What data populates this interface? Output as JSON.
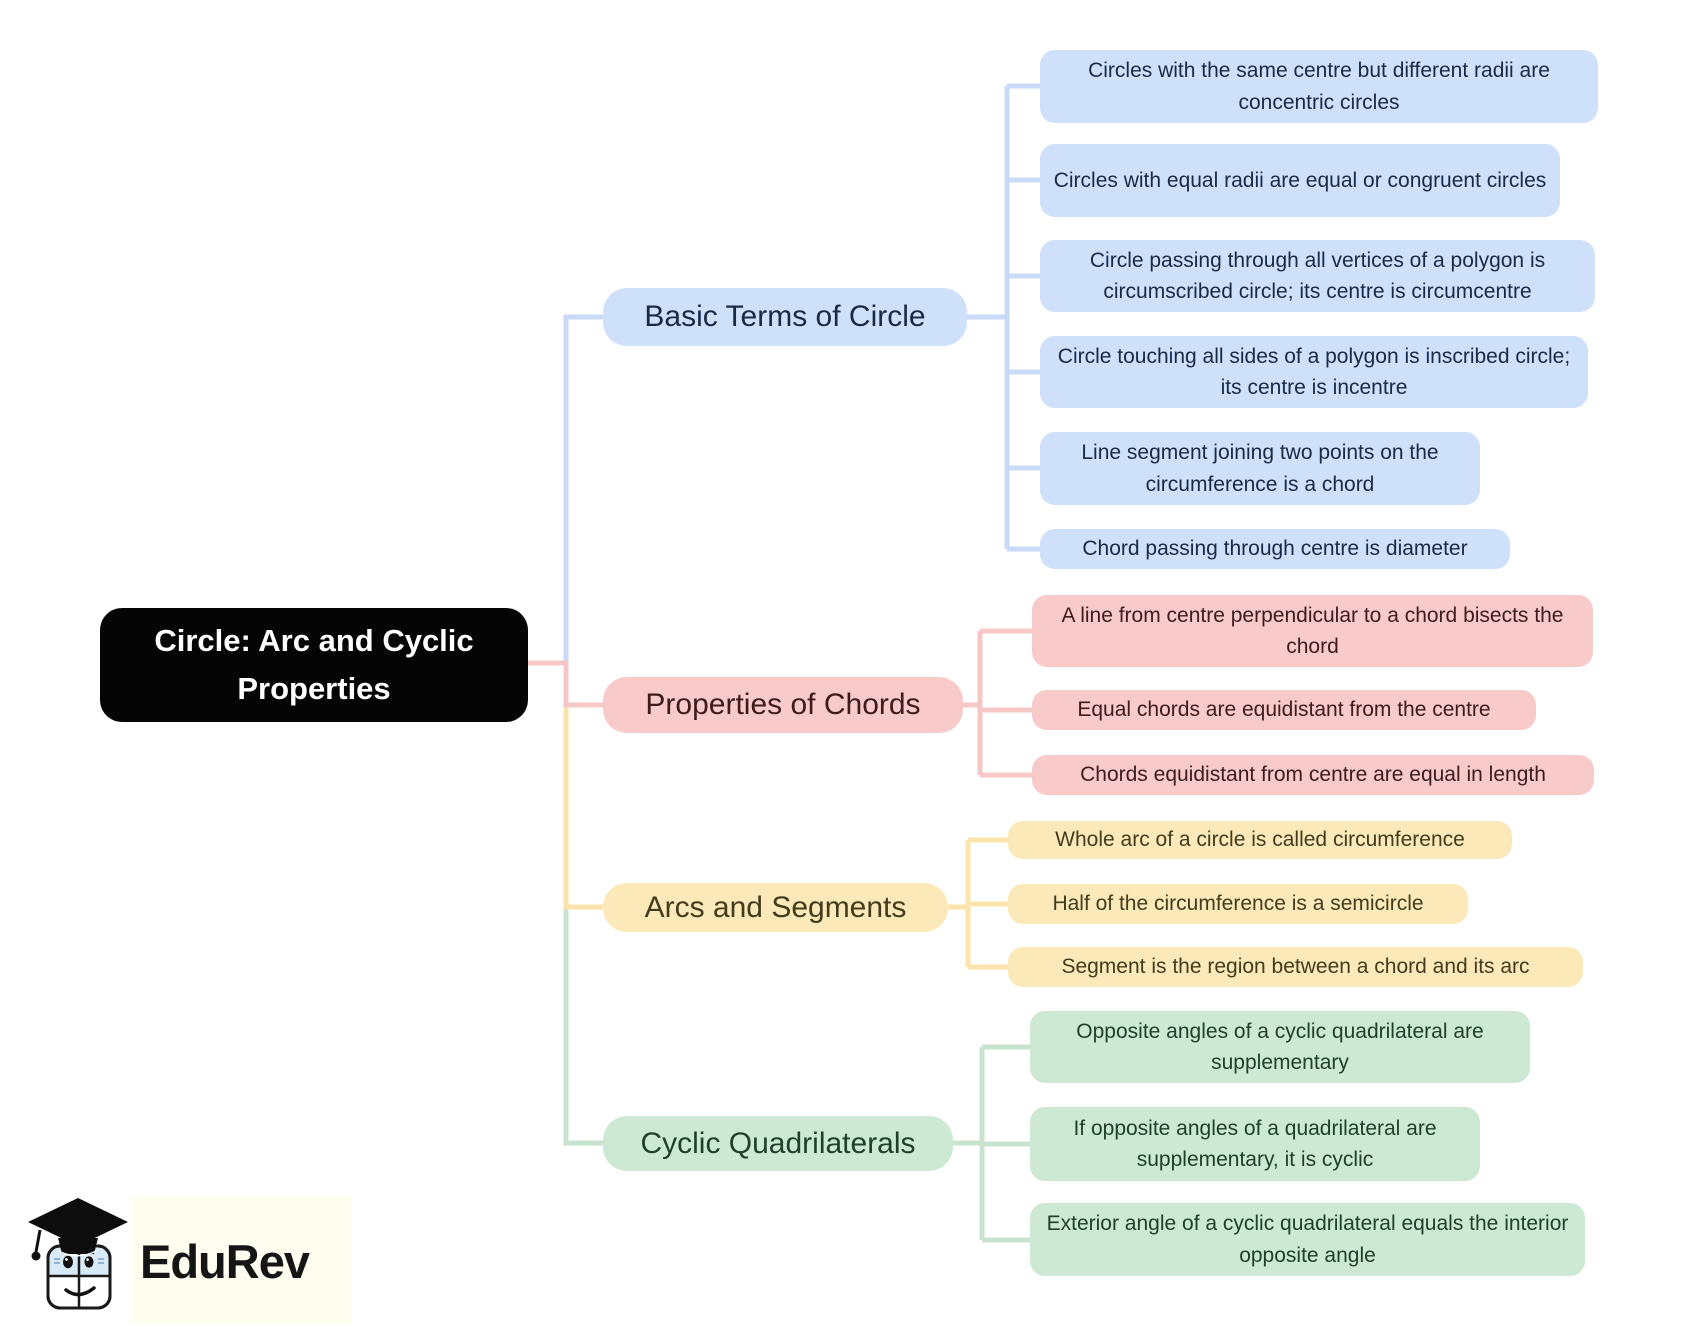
{
  "title": "Circle: Arc and Cyclic Properties mind map",
  "root": {
    "label": "Circle: Arc and Cyclic Properties",
    "bg": "#050505",
    "text_color": "#ffffff"
  },
  "branches": [
    {
      "label": "Basic Terms of Circle",
      "fill": "#cfe0fa",
      "text_color": "#182a47",
      "connector": "#c9daf8",
      "children": [
        "Circles with the same centre but different radii are concentric circles",
        "Circles with equal radii are equal or congruent circles",
        "Circle passing through all vertices of a polygon is circumscribed circle; its centre is circumcentre",
        "Circle touching all sides of a polygon is inscribed circle; its centre is incentre",
        "Line segment joining two points on the circumference is a chord",
        "Chord passing through centre is diameter"
      ]
    },
    {
      "label": "Properties of Chords",
      "fill": "#f8caca",
      "text_color": "#3f1b1b",
      "connector": "#f5c7c7",
      "children": [
        "A line from centre perpendicular to a chord bisects the chord",
        "Equal chords are equidistant from the centre",
        "Chords equidistant from centre are equal in length"
      ]
    },
    {
      "label": "Arcs and Segments",
      "fill": "#fce9b9",
      "text_color": "#433c1b",
      "connector": "#fbe3ab",
      "children": [
        "Whole arc of a circle is called circumference",
        "Half of the circumference is a semicircle",
        "Segment is the region between a chord and its arc"
      ]
    },
    {
      "label": "Cyclic Quadrilaterals",
      "fill": "#cde8d3",
      "text_color": "#20402c",
      "connector": "#c8e3ce",
      "children": [
        "Opposite angles of a cyclic quadrilateral are supplementary",
        "If opposite angles of a quadrilateral are supplementary, it is cyclic",
        "Exterior angle of a cyclic quadrilateral equals the interior opposite angle"
      ]
    }
  ],
  "logo": {
    "brand": "EduRev",
    "mascot": "graduation-cap-book-mascot"
  }
}
